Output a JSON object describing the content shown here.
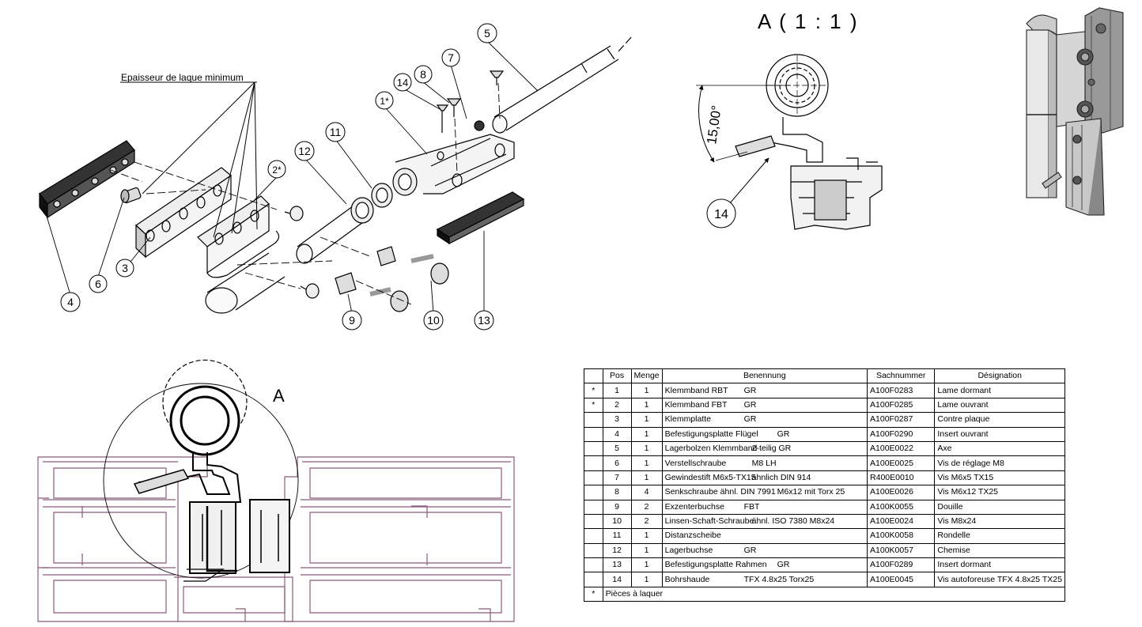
{
  "callouts": {
    "epaisseur_note": "Epaisseur de laque minimum",
    "view_a_title": "A ( 1 : 1 )",
    "section_a_marker": "A",
    "angle_dim": "15,00°",
    "balloons": [
      "1*",
      "2*",
      "3",
      "4",
      "5",
      "6",
      "7",
      "8",
      "9",
      "10",
      "11",
      "12",
      "13",
      "14"
    ]
  },
  "bom": {
    "headers": {
      "star": "",
      "pos": "Pos",
      "menge": "Menge",
      "benennung": "Benennung",
      "sachnummer": "Sachnummer",
      "designation": "Désignation"
    },
    "rows": [
      {
        "star": "*",
        "pos": "1",
        "menge": "1",
        "name": "Klemmband RBT",
        "mat": "GR",
        "sach": "A100F0283",
        "des": "Lame dormant"
      },
      {
        "star": "*",
        "pos": "2",
        "menge": "1",
        "name": "Klemmband FBT",
        "mat": "GR",
        "sach": "A100F0285",
        "des": "Lame ouvrant"
      },
      {
        "star": "",
        "pos": "3",
        "menge": "1",
        "name": "Klemmplatte",
        "mat": "GR",
        "sach": "A100F0287",
        "des": "Contre plaque"
      },
      {
        "star": "",
        "pos": "4",
        "menge": "1",
        "name": "Befestigungsplatte Flügel",
        "mat": "GR",
        "sach": "A100F0290",
        "des": "Insert ouvrant"
      },
      {
        "star": "",
        "pos": "5",
        "menge": "1",
        "name": "Lagerbolzen Klemmband",
        "mat": "2-teilig GR",
        "sach": "A100E0022",
        "des": "Axe"
      },
      {
        "star": "",
        "pos": "6",
        "menge": "1",
        "name": "Verstellschraube",
        "mat": "M8 LH",
        "sach": "A100E0025",
        "des": "Vis de réglage M8"
      },
      {
        "star": "",
        "pos": "7",
        "menge": "1",
        "name": "Gewindestift M6x5-TX15",
        "mat": "ähnlich DIN 914",
        "sach": "R400E0010",
        "des": "Vis M6x5 TX15"
      },
      {
        "star": "",
        "pos": "8",
        "menge": "4",
        "name": "Senkschraube ähnl. DIN 7991",
        "mat": "M6x12 mit Torx 25",
        "sach": "A100E0026",
        "des": "Vis M6x12 TX25"
      },
      {
        "star": "",
        "pos": "9",
        "menge": "2",
        "name": "Exzenterbuchse",
        "mat": "FBT",
        "sach": "A100K0055",
        "des": "Douille"
      },
      {
        "star": "",
        "pos": "10",
        "menge": "2",
        "name": "Linsen-Schaft-Schraube",
        "mat": "ähnl. ISO 7380 M8x24",
        "sach": "A100E0024",
        "des": "Vis M8x24"
      },
      {
        "star": "",
        "pos": "11",
        "menge": "1",
        "name": "Distanzscheibe",
        "mat": "",
        "sach": "A100K0058",
        "des": "Rondelle"
      },
      {
        "star": "",
        "pos": "12",
        "menge": "1",
        "name": "Lagerbuchse",
        "mat": "GR",
        "sach": "A100K0057",
        "des": "Chemise"
      },
      {
        "star": "",
        "pos": "13",
        "menge": "1",
        "name": "Befestigungsplatte Rahmen",
        "mat": "GR",
        "sach": "A100F0289",
        "des": "Insert dormant"
      },
      {
        "star": "",
        "pos": "14",
        "menge": "1",
        "name": "Bohrshaude",
        "mat": "TFX 4.8x25 Torx25",
        "sach": "A100E0045",
        "des": "Vis autoforeuse TFX 4.8x25 TX25"
      }
    ],
    "footnote_star": "*",
    "footnote_text": "Pièces à laquer"
  },
  "colors": {
    "profile": "#8a5a7a",
    "ink": "#000000",
    "part_fill": "#e6e6e6",
    "dark": "#333333"
  }
}
